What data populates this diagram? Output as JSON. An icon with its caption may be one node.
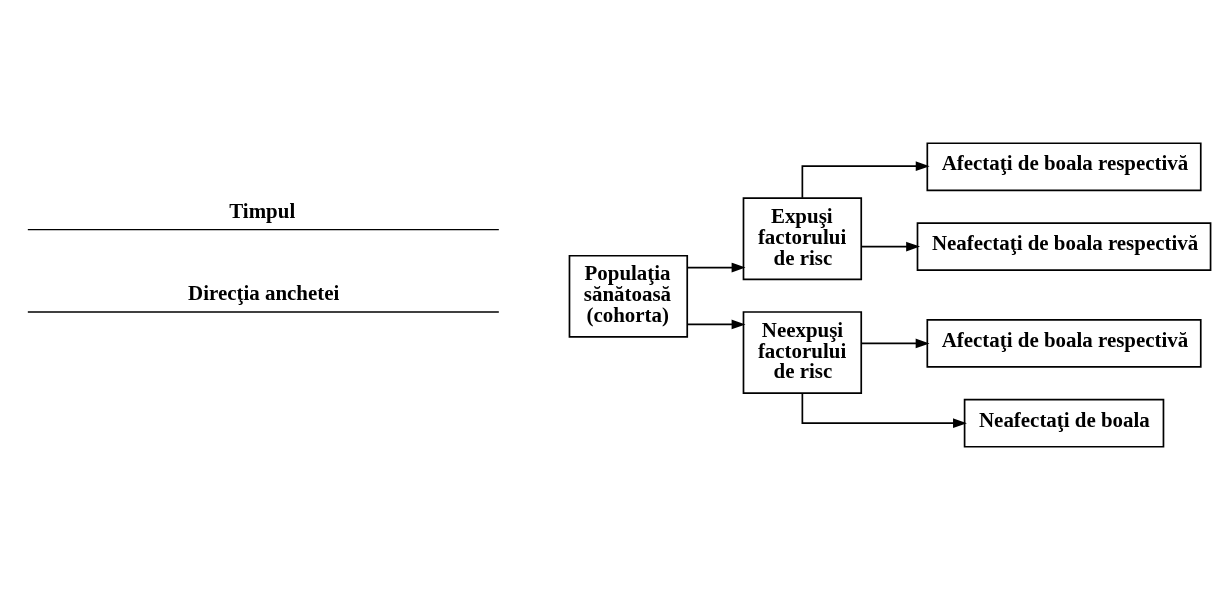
{
  "diagram": {
    "nodes": [
      {
        "text": [
          "Populaţia sănătoasă (cohorta)"
        ]
      },
      {
        "text": [
          "Expuşi factorului de risc"
        ]
      },
      {
        "text": [
          "Afectaţi de boala respectivă"
        ]
      },
      {
        "text": [
          "Neafectaţi de boala respectivă"
        ]
      },
      {
        "text": [
          "Neexpuşi factorului de risc"
        ]
      },
      {
        "text": [
          "Afectaţi de boala respectivă"
        ]
      },
      {
        "text": [
          "Neafectaţi de boala"
        ]
      }
    ],
    "edges": [
      {
        "from": 0,
        "to": 1,
        "arrow": "to"
      },
      {
        "from": 0,
        "to": 4,
        "arrow": "to"
      },
      {
        "from": 1,
        "to": 2,
        "arrow": "to"
      },
      {
        "from": 1,
        "to": 3,
        "arrow": "to"
      },
      {
        "from": 4,
        "to": 5,
        "arrow": "to"
      },
      {
        "from": 4,
        "to": 6,
        "arrow": "to"
      }
    ],
    "labels": [
      "Timpul",
      "Direcţia anchetei"
    ]
  }
}
